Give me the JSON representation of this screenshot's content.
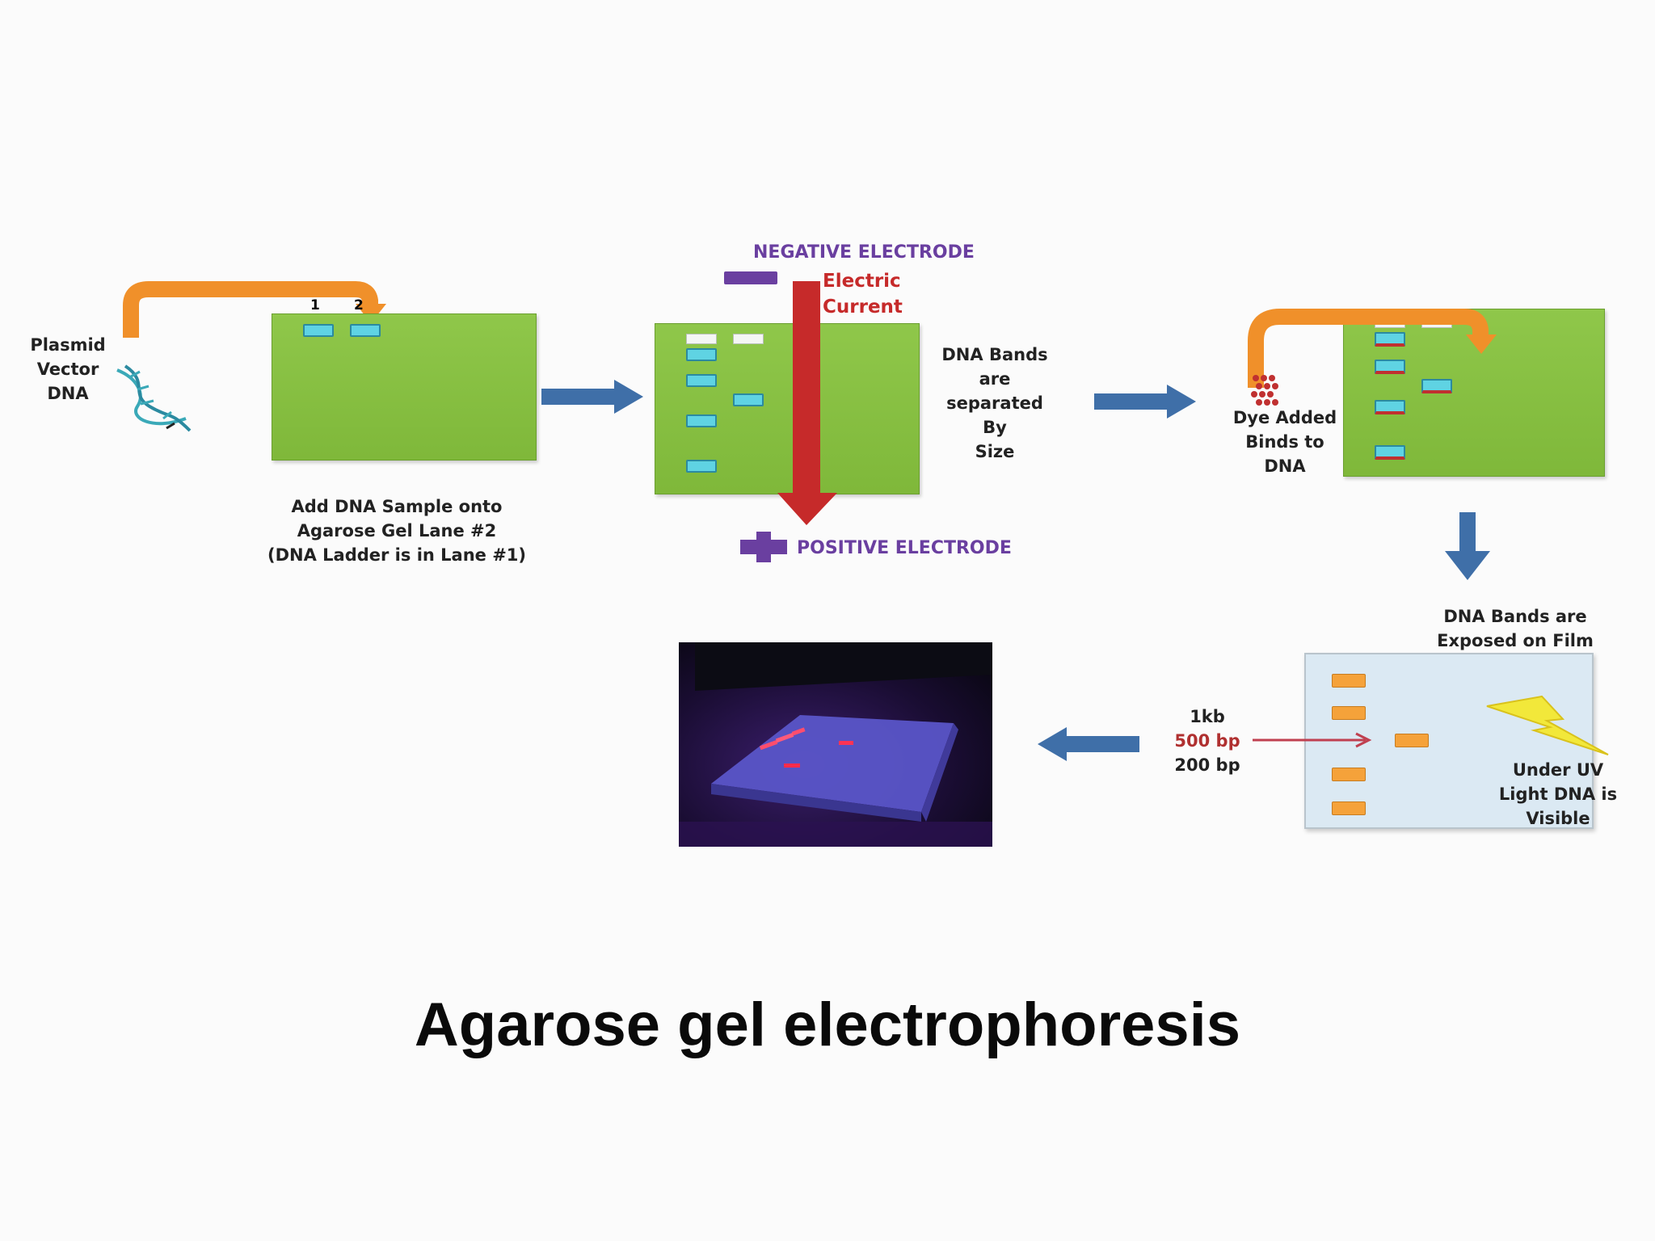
{
  "title": "Agarose gel electrophoresis",
  "step1": {
    "plasmid_label": [
      "Plasmid",
      "Vector",
      "DNA"
    ],
    "lane_numbers": [
      "1",
      "2"
    ],
    "caption": [
      "Add DNA Sample onto",
      "Agarose Gel Lane #2",
      "(DNA Ladder is in Lane #1)"
    ]
  },
  "step2": {
    "negative_electrode": "NEGATIVE ELECTRODE",
    "current_label": [
      "Electric",
      "Current"
    ],
    "positive_electrode": "POSITIVE ELECTRODE",
    "separation_label": [
      "DNA Bands",
      "are",
      "separated",
      "By",
      "Size"
    ]
  },
  "step3": {
    "dye_label": [
      "Dye Added",
      "Binds to",
      "DNA"
    ]
  },
  "step4": {
    "film_label": [
      "DNA Bands are",
      "Exposed on Film"
    ],
    "uv_label": [
      "Under UV",
      "Light DNA is",
      "Visible"
    ],
    "sizes": [
      "1kb",
      "500 bp",
      "200 bp"
    ]
  },
  "colors": {
    "gel_green": "#84bd3f",
    "arrow_blue": "#3f6fa8",
    "orange_arrow": "#f0902a",
    "current_red": "#c62a2a",
    "electrode_purple": "#6a3fa0",
    "band_cyan": "#5fd3e3",
    "film_blue": "#dbe9f3",
    "film_band_orange": "#f5a23a",
    "uv_yellow": "#f2e83a",
    "size_500_color": "#b03030"
  }
}
